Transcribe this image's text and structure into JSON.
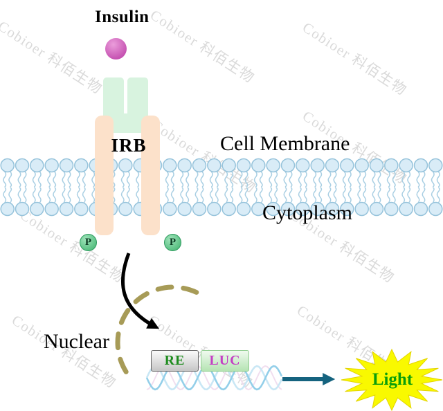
{
  "watermark": {
    "text": "Cobioer 科佰生物"
  },
  "diagram": {
    "labels": {
      "insulin": "Insulin",
      "receptor": "IRB",
      "cell_membrane": "Cell Membrane",
      "cytoplasm": "Cytoplasm",
      "nuclear": "Nuclear",
      "phosphate": "P",
      "response_element": "RE",
      "reporter": "LUC",
      "output": "Light"
    },
    "colors": {
      "insulin_ball": "#c653b2",
      "receptor_extracellular": "#d8f3df",
      "receptor_transmembrane": "#fce1ca",
      "membrane_head_fill": "#d9ecf7",
      "membrane_outline": "#96c3db",
      "phosphate_circle": "#54bd7e",
      "nuclear_envelope": "#a79b57",
      "re_text": "#1f8c1f",
      "luc_text": "#c43fc4",
      "light_text": "#0a9e0a",
      "starburst": "#f9f900",
      "arrow_black": "#000000",
      "arrow_teal": "#15637f",
      "dna_strand": "#93cfe9",
      "watermark_text": "#dadada"
    }
  }
}
